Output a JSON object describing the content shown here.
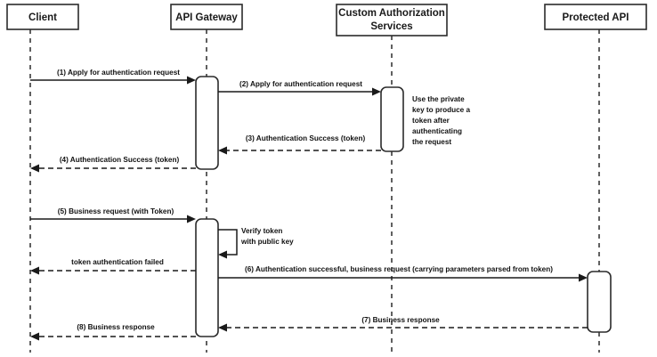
{
  "diagram": {
    "title": "API Gateway token authentication sequence",
    "type": "sequence-diagram",
    "background_color": "#ffffff",
    "line_color": "#2b2b2b",
    "text_color": "#111111"
  },
  "lanes": [
    {
      "id": "client",
      "label": "Client"
    },
    {
      "id": "api-gateway",
      "label": "API Gateway"
    },
    {
      "id": "custom-auth",
      "label": "Custom Authorization Services",
      "label_line1": "Custom Authorization",
      "label_line2": "Services"
    },
    {
      "id": "protected-api",
      "label": "Protected API"
    }
  ],
  "messages": [
    {
      "id": "m1",
      "label": "(1) Apply for authentication request",
      "from": "client",
      "to": "api-gateway",
      "style": "solid"
    },
    {
      "id": "m2",
      "label": "(2) Apply for authentication request",
      "from": "api-gateway",
      "to": "custom-auth",
      "style": "solid"
    },
    {
      "id": "m3",
      "label": "(3) Authentication Success (token)",
      "from": "custom-auth",
      "to": "api-gateway",
      "style": "dashed"
    },
    {
      "id": "m4",
      "label": "(4) Authentication Success (token)",
      "from": "api-gateway",
      "to": "client",
      "style": "dashed"
    },
    {
      "id": "m5",
      "label": "(5) Business request (with Token)",
      "from": "client",
      "to": "api-gateway",
      "style": "solid"
    },
    {
      "id": "m-fail",
      "label": "token authentication failed",
      "from": "api-gateway",
      "to": "client",
      "style": "dashed"
    },
    {
      "id": "m6",
      "label": "(6) Authentication successful, business request (carrying parameters parsed from token)",
      "from": "api-gateway",
      "to": "protected-api",
      "style": "solid"
    },
    {
      "id": "m7",
      "label": "(7) Business response",
      "from": "protected-api",
      "to": "api-gateway",
      "style": "dashed"
    },
    {
      "id": "m8",
      "label": "(8) Business response",
      "from": "api-gateway",
      "to": "client",
      "style": "dashed"
    }
  ],
  "notes": [
    {
      "id": "note-private-key",
      "lane": "custom-auth",
      "lines": [
        "Use the private",
        "key to produce a",
        "token after",
        "authenticating",
        "the request"
      ]
    },
    {
      "id": "note-verify-token",
      "lane": "api-gateway",
      "lines": [
        "Verify token",
        "with public key"
      ]
    }
  ]
}
